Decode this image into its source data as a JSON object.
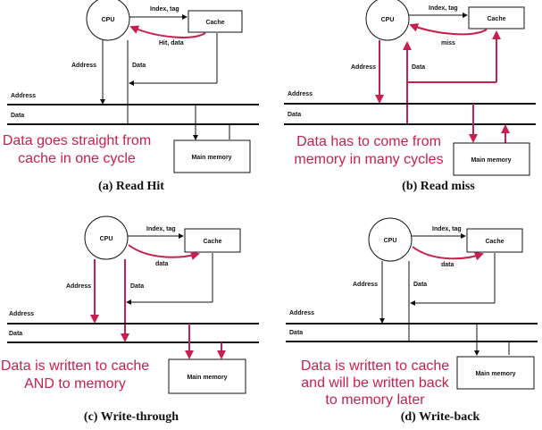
{
  "panels": [
    {
      "caption": "(a) Read Hit",
      "cpu": "CPU",
      "cache": "Cache",
      "main_memory": "Main memory",
      "labels": {
        "index_tag": "Index, tag",
        "cache_reply": "Hit, data",
        "address": "Address",
        "data": "Data"
      },
      "bus": {
        "address": "Address",
        "data": "Data"
      },
      "note": [
        "Data goes straight from",
        "cache in one cycle"
      ]
    },
    {
      "caption": "(b) Read miss",
      "cpu": "CPU",
      "cache": "Cache",
      "main_memory": "Main memory",
      "labels": {
        "index_tag": "Index, tag",
        "cache_reply": "miss",
        "address": "Address",
        "data": "Data"
      },
      "bus": {
        "address": "Address",
        "data": "Data"
      },
      "note": [
        "Data has to come from",
        "memory in many cycles"
      ]
    },
    {
      "caption": "(c) Write-through",
      "cpu": "CPU",
      "cache": "Cache",
      "main_memory": "Main memory",
      "labels": {
        "index_tag": "Index, tag",
        "cache_reply": "data",
        "address": "Address",
        "data": "Data"
      },
      "bus": {
        "address": "Address",
        "data": "Data"
      },
      "note": [
        "Data is written to cache",
        "AND to memory"
      ]
    },
    {
      "caption": "(d) Write-back",
      "cpu": "CPU",
      "cache": "Cache",
      "main_memory": "Main memory",
      "labels": {
        "index_tag": "Index, tag",
        "cache_reply": "data",
        "address": "Address",
        "data": "Data"
      },
      "bus": {
        "address": "Address",
        "data": "Data"
      },
      "note": [
        "Data is written to cache",
        "and will be written back",
        "to memory later"
      ]
    }
  ],
  "colors": {
    "highlight": "#c8204e",
    "line": "#111111"
  }
}
